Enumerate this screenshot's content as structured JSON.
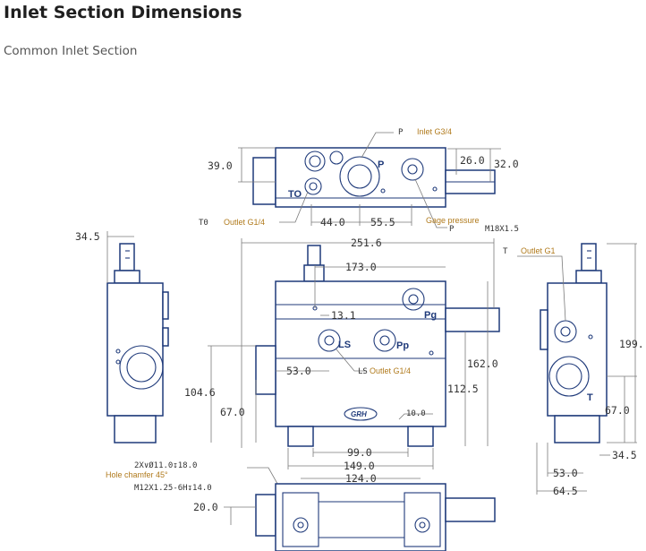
{
  "page": {
    "title": "Inlet Section Dimensions",
    "subtitle": "Common Inlet Section"
  },
  "drawing": {
    "dimensions": {
      "d39": "39.0",
      "d26": "26.0",
      "d32": "32.0",
      "d44": "44.0",
      "d55": "55.5",
      "d34_5_left": "34.5",
      "d251": "251.6",
      "d173": "173.0",
      "d13": "13.1",
      "d53_front": "53.0",
      "d104": "104.6",
      "d67_front": "67.0",
      "d162": "162.0",
      "d112": "112.5",
      "d10": "10.0",
      "d99": "99.0",
      "d149": "149.0",
      "d124": "124.0",
      "d20": "20.0",
      "d199": "199.",
      "d67_right": "67.0",
      "d34_5_right": "34.5",
      "d53_right": "53.0",
      "d64": "64.5"
    },
    "callouts": {
      "p_inlet_p": "P",
      "p_inlet": "Inlet G3/4",
      "t0_outlet_t0": "T0",
      "t0_outlet": "Outlet G1/4",
      "gage_pressure": "Gage pressure",
      "gage_p": "P",
      "gage_thread": "M18X1.5",
      "t_outlet_t": "T",
      "t_outlet": "Outlet G1",
      "ls_outlet_ls": "LS",
      "ls_outlet": "Outlet G1/4",
      "holes_line1": "2X∨Ø11.0↧18.0",
      "hole_chamfer": "Hole chamfer 45°",
      "holes_line3": "M12X1.25-6H↧14.0"
    },
    "port_labels": {
      "p": "P",
      "t0": "TO",
      "pg": "Pg",
      "ls": "LS",
      "pp": "Pp",
      "t": "T"
    },
    "logo_text": "GRH"
  }
}
